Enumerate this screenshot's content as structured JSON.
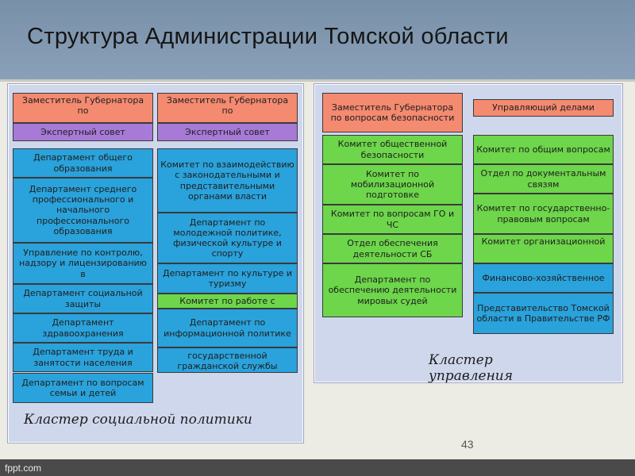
{
  "title": "Структура Администрации Томской области",
  "colors": {
    "deputy": "#f48a70",
    "expert_council": "#a67ad6",
    "department": "#2aa2db",
    "committee_green": "#6dd64a",
    "panel": "#cfd7ec"
  },
  "clusters": {
    "social": {
      "label": "Кластер социальной политики",
      "col1": {
        "deputy": "Заместитель Губернатора по",
        "expert": "Экспертный совет",
        "items": [
          "Департамент общего образования",
          "Департамент среднего профессионального и начального профессионального образования",
          "Управление по контролю, надзору и лицензированию в",
          "Департамент социальной защиты",
          "Департамент здравоохранения",
          "Департамент труда и занятости населения",
          "Департамент по вопросам семьи и детей"
        ]
      },
      "col2": {
        "deputy": "Заместитель Губернатора по",
        "expert": "Экспертный совет",
        "items": [
          "Комитет по взаимодействию с законодательными и представительными органами власти",
          "Департамент по молодежной политике, физической культуре и спорту",
          "Департамент по культуре и туризму",
          "Комитет по работе с",
          "Департамент по информационной политике",
          "государственной гражданской службы"
        ]
      }
    },
    "management": {
      "label": "Кластер управления",
      "col1": {
        "deputy": "Заместитель Губернатора по вопросам безопасности",
        "items": [
          "Комитет общественной безопасности",
          "Комитет по мобилизационной подготовке",
          "Комитет по вопросам ГО и ЧС",
          "Отдел обеспечения деятельности СБ",
          "Департамент по обеспечению деятельности мировых судей"
        ]
      },
      "col2": {
        "head": "Управляющий делами",
        "items": [
          "Комитет по общим вопросам",
          "Отдел по документальным связям",
          "Комитет по государственно-правовым вопросам",
          "Комитет организационной",
          "Финансово-хозяйственное",
          "Представительство Томской области в Правительстве РФ"
        ]
      }
    }
  },
  "page_number": "43",
  "watermark": "fppt.com"
}
